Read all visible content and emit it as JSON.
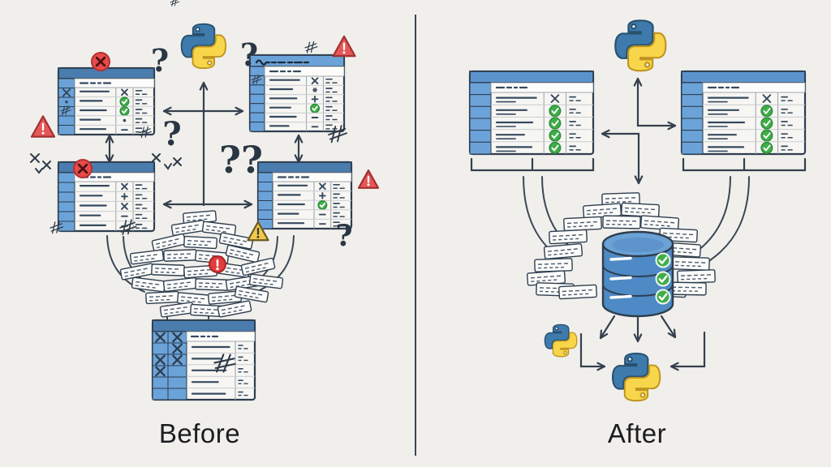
{
  "labels": {
    "before": "Before",
    "after": "After"
  },
  "question_marks": {
    "q1": "?",
    "q2": "?",
    "q3": "?",
    "q4": "??",
    "q5": "?"
  },
  "colors": {
    "background": "#f0efec",
    "outline": "#2e3e4e",
    "divider": "#3c4654",
    "arrow": "#35404d",
    "table_header_blue": "#4a7cae",
    "table_header_light_blue": "#6ba3d9",
    "table_header_blue_after": "#5b94cd",
    "table_cell_blue": "#6ba3d9",
    "row_bg": "#f7f6f3",
    "check_green": "#3fae49",
    "error_red": "#e84b4b",
    "warning_yellow": "#f2c94c",
    "python_blue": "#3e7aab",
    "python_yellow": "#f8d64b",
    "paper": "#fbfbfa"
  },
  "before": {
    "tables": {
      "t1": {
        "name": "spreadsheet-top-left",
        "badge": "error-x",
        "rows": [
          "x",
          "check",
          "check",
          "dot",
          "minus"
        ],
        "left_marks": [
          "x",
          "dot",
          "hatch"
        ]
      },
      "t2": {
        "name": "spreadsheet-top-right",
        "header_scribble": true,
        "rows": [
          "x",
          "star",
          "plus",
          "check",
          "minus",
          "minus"
        ],
        "left_marks": [
          "hatch"
        ]
      },
      "t3": {
        "name": "spreadsheet-mid-left",
        "badge": "error-x",
        "rows": [
          "x",
          "plus",
          "x",
          "minus",
          "minus"
        ]
      },
      "t4": {
        "name": "spreadsheet-mid-right",
        "rows": [
          "x",
          "plus",
          "check",
          "minus",
          "minus"
        ]
      },
      "t5": {
        "name": "spreadsheet-bottom",
        "type": "wide",
        "row_count": 6,
        "crossed_cells": [
          [
            0,
            0
          ],
          [
            0,
            1
          ],
          [
            1,
            1
          ],
          [
            2,
            0
          ],
          [
            2,
            1
          ],
          [
            3,
            0
          ]
        ]
      }
    },
    "warnings": {
      "red_triangles": 3,
      "yellow_triangles": 1,
      "error_badges": 2,
      "pile_alert": 1
    },
    "icons": [
      "python-logo",
      "error-badge",
      "warning-triangle",
      "alert-badge",
      "question-mark",
      "scribble-hatch",
      "paper-pile"
    ]
  },
  "after": {
    "tables": {
      "ta_left": {
        "name": "clean-table-left",
        "rows": [
          "x",
          "check",
          "check",
          "check",
          "check"
        ]
      },
      "ta_right": {
        "name": "clean-table-right",
        "rows": [
          "x",
          "check",
          "check",
          "check",
          "check"
        ]
      }
    },
    "database": {
      "tiers": 3,
      "checks": [
        "check",
        "check",
        "check"
      ]
    },
    "icons": [
      "python-logo",
      "database",
      "check-badge",
      "paper-stack",
      "bracket"
    ]
  }
}
